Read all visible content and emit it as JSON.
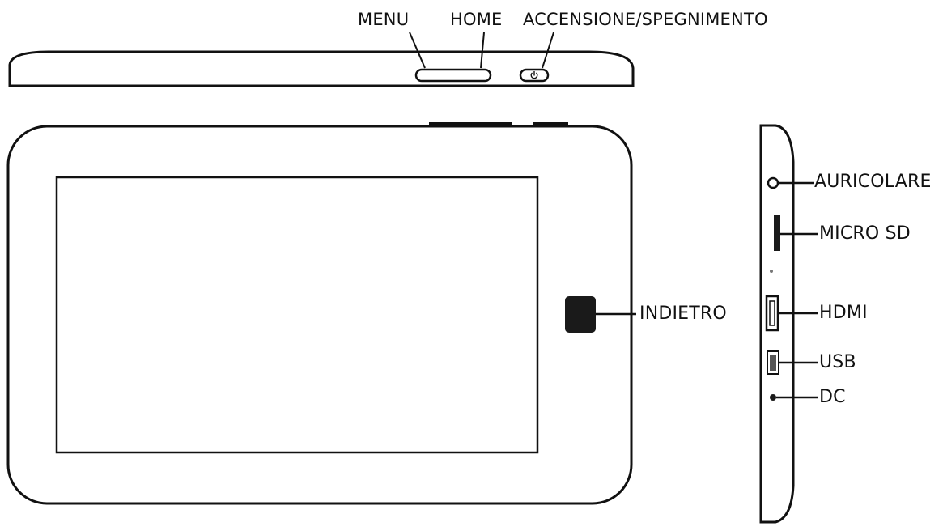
{
  "colors": {
    "stroke": "#111111",
    "fill_dark": "#1a1a1a",
    "background": "#ffffff"
  },
  "labels": {
    "menu": "MENU",
    "home": "HOME",
    "power": "ACCENSIONE/SPEGNIMENTO",
    "back": "INDIETRO",
    "headphone": "AURICOLARE",
    "microsd": "MICRO SD",
    "hdmi": "HDMI",
    "usb": "USB",
    "dc": "DC"
  },
  "icons": {
    "power_button": "power-icon"
  }
}
